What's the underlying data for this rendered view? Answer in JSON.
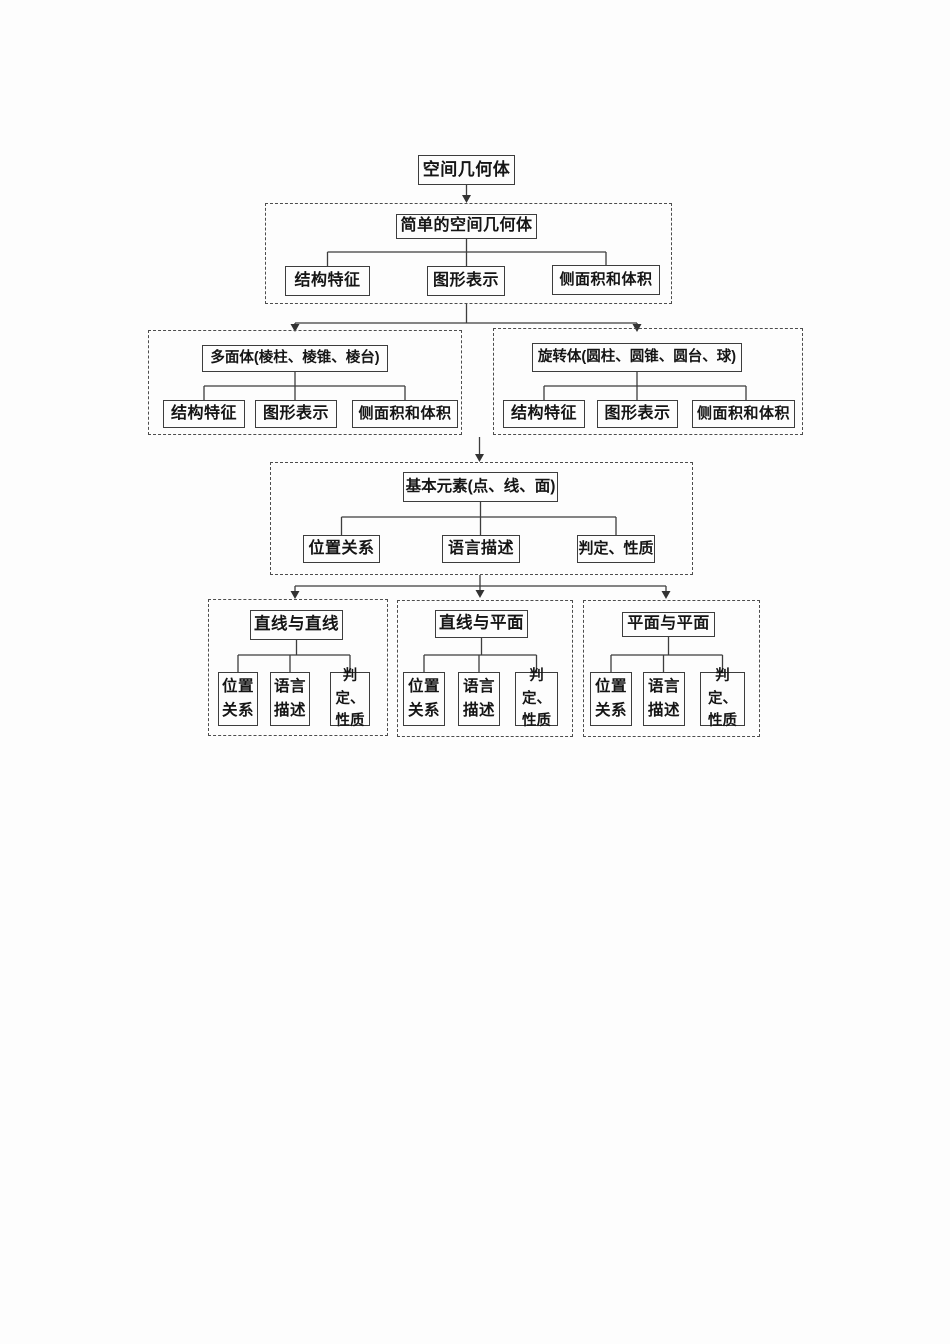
{
  "colors": {
    "line": "#3d3d3d",
    "text": "#151515",
    "paper": "#fdfdfd"
  },
  "diagram": {
    "root": "空间几何体",
    "groups": {
      "simple": {
        "title": "简单的空间几何体",
        "children": [
          "结构特征",
          "图形表示",
          "侧面积和体积"
        ]
      },
      "polyhedron": {
        "title": "多面体(棱柱、棱锥、棱台)",
        "children": [
          "结构特征",
          "图形表示",
          "侧面积和体积"
        ]
      },
      "revolution": {
        "title": "旋转体(圆柱、圆锥、圆台、球)",
        "children": [
          "结构特征",
          "图形表示",
          "侧面积和体积"
        ]
      },
      "elements": {
        "title": "基本元素(点、线、面)",
        "children": [
          "位置关系",
          "语言描述",
          "判定、性质"
        ]
      },
      "line_line": {
        "title": "直线与直线",
        "children": [
          "位置\n关系",
          "语言\n描述",
          "判定、\n性质"
        ]
      },
      "line_plane": {
        "title": "直线与平面",
        "children": [
          "位置\n关系",
          "语言\n描述",
          "判定、\n性质"
        ]
      },
      "plane_plane": {
        "title": "平面与平面",
        "children": [
          "位置\n关系",
          "语言\n描述",
          "判定、\n性质"
        ]
      }
    }
  }
}
